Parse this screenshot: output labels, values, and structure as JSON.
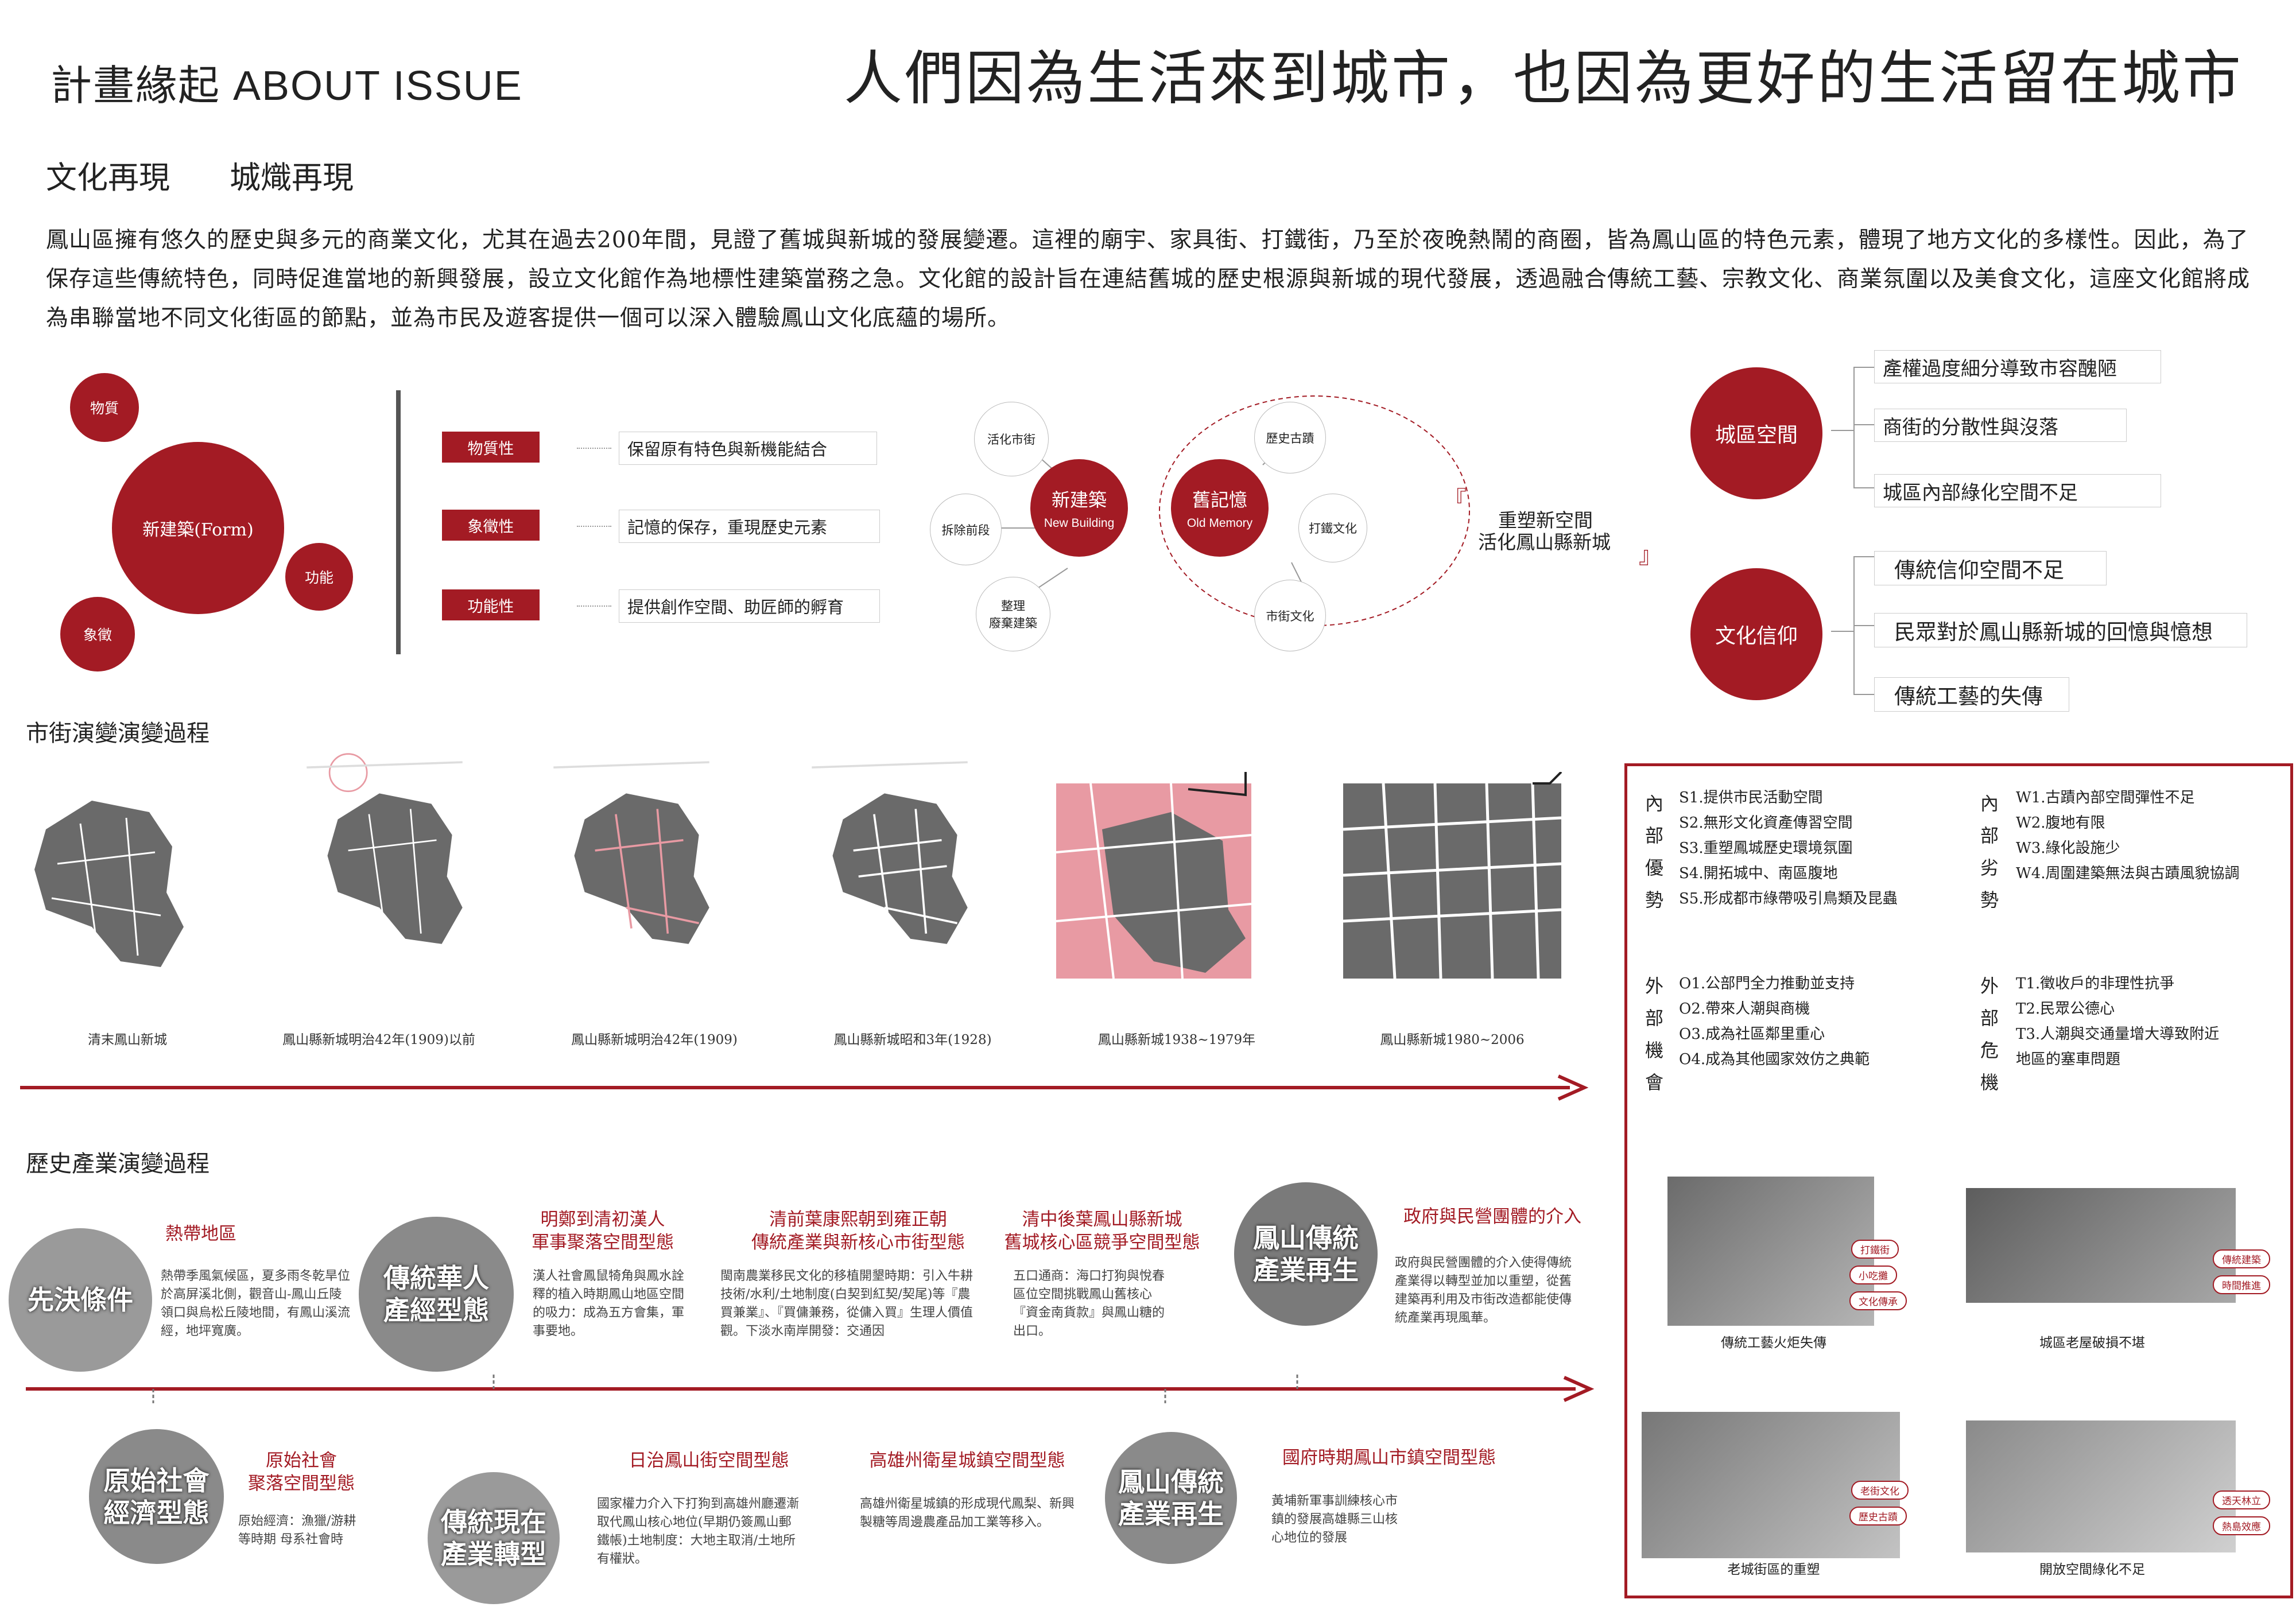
{
  "header": {
    "section_title": "計畫緣起 ABOUT ISSUE",
    "slogan": "人們因為生活來到城市，也因為更好的生活留在城市",
    "subtitle_left": "文化再現",
    "subtitle_right": "城熾再現"
  },
  "intro": "鳳山區擁有悠久的歷史與多元的商業文化，尤其在過去200年間，見證了舊城與新城的發展變遷。這裡的廟宇、家具街、打鐵街，乃至於夜晚熱鬧的商圈，皆為鳳山區的特色元素，體現了地方文化的多樣性。因此，為了保存這些傳統特色，同時促進當地的新興發展，設立文化館作為地標性建築當務之急。文化館的設計旨在連結舊城的歷史根源與新城的現代發展，透過融合傳統工藝、宗教文化、商業氛圍以及美食文化，這座文化館將成為串聯當地不同文化街區的節點，並為市民及遊客提供一個可以深入體驗鳳山文化底蘊的場所。",
  "form_diagram": {
    "center": "新建築(Form)",
    "material": "物質",
    "function": "功能",
    "symbol": "象徵"
  },
  "properties": [
    {
      "tag": "物質性",
      "desc": "保留原有特色與新機能結合"
    },
    {
      "tag": "象徵性",
      "desc": "記憶的保存，重現歷史元素"
    },
    {
      "tag": "功能性",
      "desc": "提供創作空間、助匠師的孵育"
    }
  ],
  "memory_diagram": {
    "new_zh": "新建築",
    "new_en": "New Building",
    "old_zh": "舊記憶",
    "old_en": "Old Memory",
    "n1": "活化市街",
    "n2": "拆除前段",
    "n3": "整理\n廢棄建築",
    "o1": "歷史古蹟",
    "o2": "打鐵文化",
    "o3": "市街文化",
    "open_quote": "『",
    "close_quote": "』",
    "result_1": "重塑新空間",
    "result_2": "活化鳳山縣新城"
  },
  "issues": {
    "urban": "城區空間",
    "urban_items": [
      "產權過度細分導致市容醜陋",
      "商街的分散性與沒落",
      "城區內部綠化空間不足"
    ],
    "faith": "文化信仰",
    "faith_items": [
      "傳統信仰空間不足",
      "民眾對於鳳山縣新城的回憶與憶想",
      "傳統工藝的失傳"
    ]
  },
  "street_evolution": {
    "title": "市街演變演變過程",
    "captions": [
      "清末鳳山新城",
      "鳳山縣新城明治42年(1909)以前",
      "鳳山縣新城明治42年(1909)",
      "鳳山縣新城昭和3年(1928)",
      "鳳山縣新城1938~1979年",
      "鳳山縣新城1980~2006"
    ]
  },
  "industry_evolution": {
    "title": "歷史產業演變過程",
    "top": [
      {
        "photo": "先決條件",
        "head": "熱帶地區",
        "text": "熱帶季風氣候區，夏多雨冬乾旱位於高屏溪北側，觀音山-鳳山丘陵領口與烏松丘陵地間，有鳳山溪流經，地坪寬廣。"
      },
      {
        "photo": "傳統華人\n產經型態",
        "head": "明鄭到清初漢人\n軍事聚落空間型態",
        "text": "漢人社會鳳鼠犄角與鳳水詮釋的植入時期鳳山地區空間的吸力：成為五方會集，軍事要地。"
      },
      {
        "photo": "",
        "head": "清前葉康熙朝到雍正朝\n傳統產業與新核心市街型態",
        "text": "閩南農業移民文化的移植開墾時期：引入牛耕技術/水利/土地制度(白契到紅契/契尾)等『農買兼業』、『買傭兼務，從傭入買』生理人價值觀。下淡水南岸開發：交通因"
      },
      {
        "photo": "",
        "head": "清中後葉鳳山縣新城\n舊城核心區競爭空間型態",
        "text": "五口通商：海口打狗與悅春區位空間挑戰鳳山舊核心『資金南貨款』與鳳山糖的出口。"
      },
      {
        "photo": "鳳山傳統\n產業再生",
        "head": "政府與民營團體的介入",
        "text": "政府與民營團體的介入使得傳統產業得以轉型並加以重塑，從舊建築再利用及市街改造都能使傳統產業再現風華。"
      }
    ],
    "bottom": [
      {
        "photo": "原始社會\n經濟型態",
        "head": "原始社會\n聚落空間型態",
        "text": "原始經濟：漁獵/游耕等時期 母系社會時"
      },
      {
        "photo": "傳統現在\n產業轉型",
        "head": "日治鳳山街空間型態",
        "text": "國家權力介入下打狗到高雄州廳遷漸取代鳳山核心地位(早期仍簽鳳山郵鐵帳)土地制度：大地主取消/土地所有權狀。"
      },
      {
        "photo": "",
        "head": "高雄州衛星城鎮空間型態",
        "text": "高雄州衛星城鎮的形成現代鳳梨、新興製糖等周邊農產品加工業等移入。"
      },
      {
        "photo": "鳳山傳統\n產業再生",
        "head": "國府時期鳳山市鎮空間型態",
        "text": "黃埔新軍事訓練核心市鎮的發展高雄縣三山核心地位的發展"
      }
    ]
  },
  "swot": {
    "s_label": "內部優勢",
    "s_items": [
      "S1.提供市民活動空間",
      "S2.無形文化資產傳習空間",
      "S3.重塑鳳城歷史環境氛圍",
      "S4.開拓城中、南區腹地",
      "S5.形成都市綠帶吸引鳥類及昆蟲"
    ],
    "w_label": "內部劣勢",
    "w_items": [
      "W1.古蹟內部空間彈性不足",
      "W2.腹地有限",
      "W3.綠化設施少",
      "W4.周圍建築無法與古蹟風貌協調"
    ],
    "o_label": "外部機會",
    "o_items": [
      "O1.公部門全力推動並支持",
      "O2.帶來人潮與商機",
      "O3.成為社區鄰里重心",
      "O4.成為其他國家效仿之典範"
    ],
    "t_label": "外部危機",
    "t_items": [
      "T1.徵收戶的非理性抗爭",
      "T2.民眾公德心",
      "T3.人潮與交通量增大導致附近",
      "地區的塞車問題"
    ]
  },
  "photos": [
    {
      "caption": "傳統工藝火炬失傳",
      "pills": [
        "打鐵街",
        "小吃攤",
        "文化傳承"
      ]
    },
    {
      "caption": "城區老屋破損不堪",
      "pills": [
        "傳統建築",
        "時間推進"
      ]
    },
    {
      "caption": "老城街區的重塑",
      "pills": [
        "老街文化",
        "歷史古蹟"
      ]
    },
    {
      "caption": "開放空間綠化不足",
      "pills": [
        "透天林立",
        "熱島效應"
      ]
    }
  ],
  "colors": {
    "accent": "#a31b24",
    "pink": "#e89aa3",
    "gray": "#6a6a6a"
  }
}
